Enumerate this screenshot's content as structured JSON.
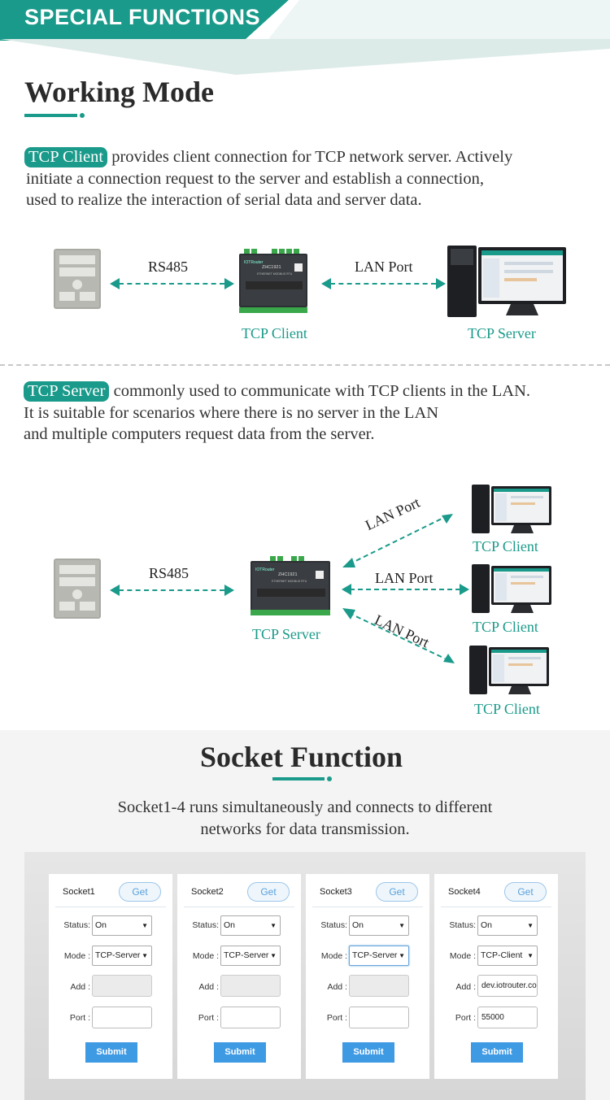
{
  "banner": {
    "title": "SPECIAL FUNCTIONS"
  },
  "working_mode": {
    "heading": "Working Mode",
    "client_para": {
      "tag": "TCP Client",
      "line1": " provides client connection for TCP network server. Actively",
      "line2": "initiate a connection request to the server and establish a connection,",
      "line3": "used to realize the interaction of serial data and server data."
    },
    "client_diagram": {
      "rs485": "RS485",
      "lan_port": "LAN Port",
      "device_label": "TCP Client",
      "pc_label": "TCP Server"
    },
    "server_para": {
      "tag": "TCP Server",
      "line1": " commonly used to communicate with TCP clients in the LAN.",
      "line2": "It is suitable for scenarios where there is no server in the LAN",
      "line3": "and multiple computers request data from the server."
    },
    "server_diagram": {
      "rs485": "RS485",
      "lan_port_top": "LAN Port",
      "lan_port_mid": "LAN Port",
      "lan_port_bottom": "LAN Port",
      "device_label": "TCP Server",
      "pc_labels": [
        "TCP Client",
        "TCP Client",
        "TCP Client"
      ]
    }
  },
  "socket_function": {
    "heading": "Socket Function",
    "desc_line1": "Socket1-4 runs simultaneously and connects to different",
    "desc_line2": "networks for data transmission.",
    "cards": [
      {
        "title": "Socket1",
        "get": "Get",
        "status_label": "Status:",
        "status": "On",
        "mode_label": "Mode :",
        "mode": "TCP-Server",
        "add_label": "Add :",
        "add": "",
        "port_label": "Port :",
        "port": "",
        "submit": "Submit"
      },
      {
        "title": "Socket2",
        "get": "Get",
        "status_label": "Status:",
        "status": "On",
        "mode_label": "Mode :",
        "mode": "TCP-Server",
        "add_label": "Add :",
        "add": "",
        "port_label": "Port :",
        "port": "",
        "submit": "Submit"
      },
      {
        "title": "Socket3",
        "get": "Get",
        "status_label": "Status:",
        "status": "On",
        "mode_label": "Mode :",
        "mode": "TCP-Server",
        "add_label": "Add :",
        "add": "",
        "port_label": "Port :",
        "port": "",
        "submit": "Submit"
      },
      {
        "title": "Socket4",
        "get": "Get",
        "status_label": "Status:",
        "status": "On",
        "mode_label": "Mode :",
        "mode": "TCP-Client",
        "add_label": "Add :",
        "add": "dev.iotrouter.com",
        "port_label": "Port :",
        "port": "55000",
        "submit": "Submit"
      }
    ]
  },
  "device": {
    "model": "ZHC1921",
    "sub": "ETHERNET MODBUS RTU"
  },
  "colors": {
    "accent": "#1a9a8a",
    "button_blue": "#3f9ae4"
  }
}
